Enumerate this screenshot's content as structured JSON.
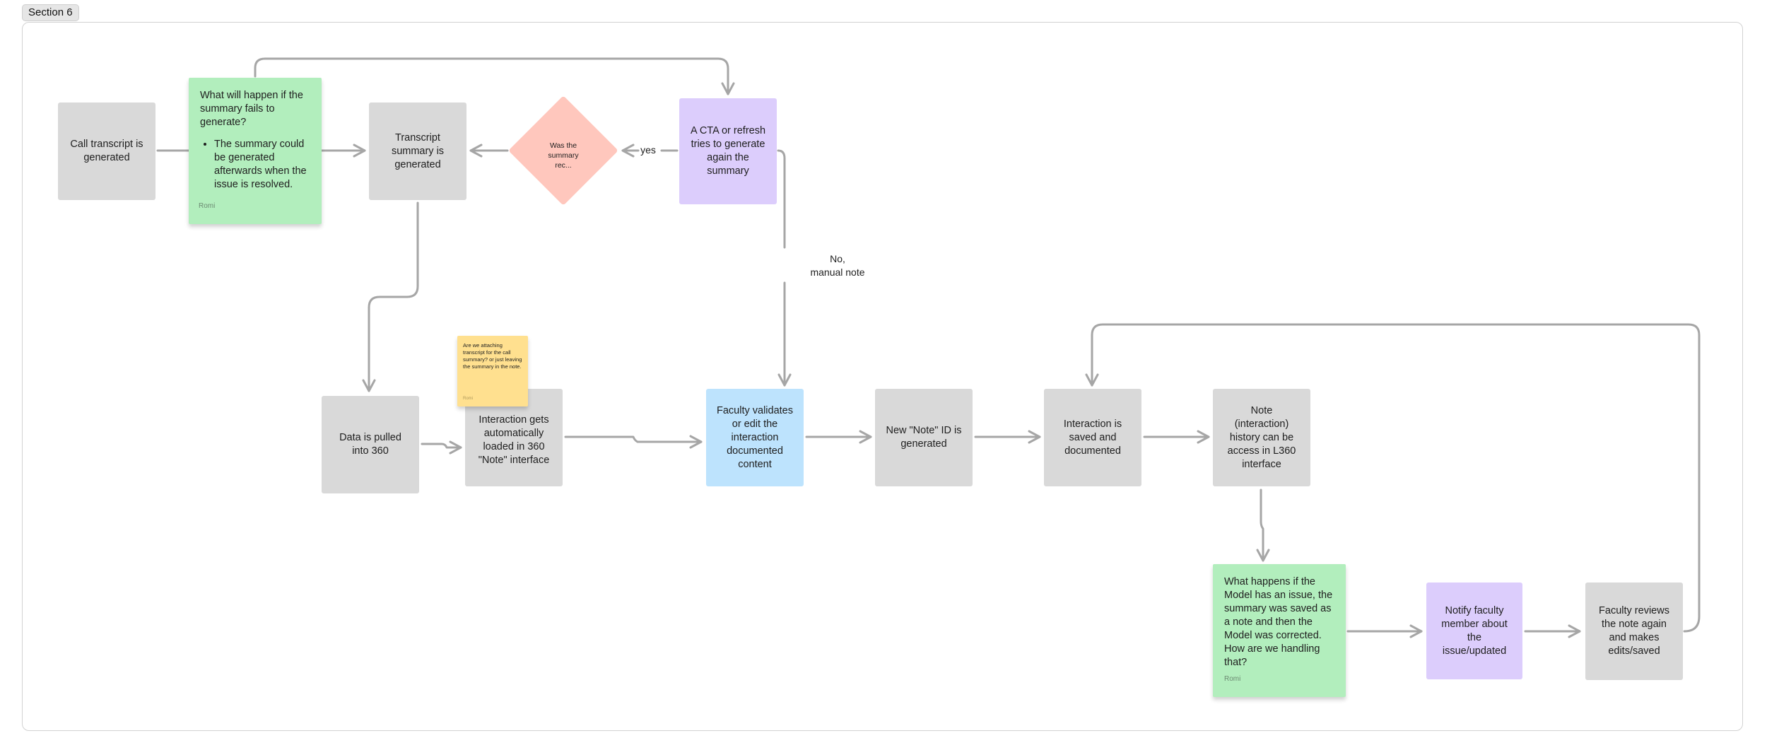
{
  "section": {
    "label": "Section 6"
  },
  "nodes": {
    "call_transcript": "Call transcript is generated",
    "transcript_summary": "Transcript summary is generated",
    "decision": "Was the summary rec...",
    "cta_refresh": "A CTA or refresh tries to generate again the summary",
    "data_pulled": "Data is pulled into 360",
    "interaction_loaded": "Interaction gets automatically loaded in 360 \"Note\" interface",
    "faculty_validates": "Faculty validates or edit the interaction documented content",
    "note_id": "New \"Note\" ID is generated",
    "interaction_saved": "Interaction is saved and documented",
    "note_history": "Note (interaction) history can be access in L360 interface",
    "notify_faculty": "Notify faculty member about the issue/updated",
    "faculty_reviews": "Faculty reviews the note again and makes edits/saved"
  },
  "stickies": {
    "summary_fail": {
      "title": "What will happen if the summary fails to generate?",
      "bullet": "The summary could be generated afterwards when the issue is resolved.",
      "author": "Romi"
    },
    "attach_transcript": {
      "text": "Are we attaching transcript for the call summary? or just leaving the summary in the note.",
      "author": "Romi"
    },
    "model_issue": {
      "text": "What happens if the Model has an issue, the summary was saved as a note and then the Model was corrected. How are we handling that?",
      "author": "Romi"
    }
  },
  "edge_labels": {
    "yes": "yes",
    "no_line1": "No,",
    "no_line2": "manual note"
  },
  "colors": {
    "gray_node": "#d9d9d9",
    "purple_node": "#dccdfc",
    "blue_node": "#bde3fd",
    "green_sticky": "#b2eebd",
    "yellow_sticky": "#ffe08f",
    "decision_diamond": "#ffc7bd",
    "connector": "#a6a6a6"
  }
}
